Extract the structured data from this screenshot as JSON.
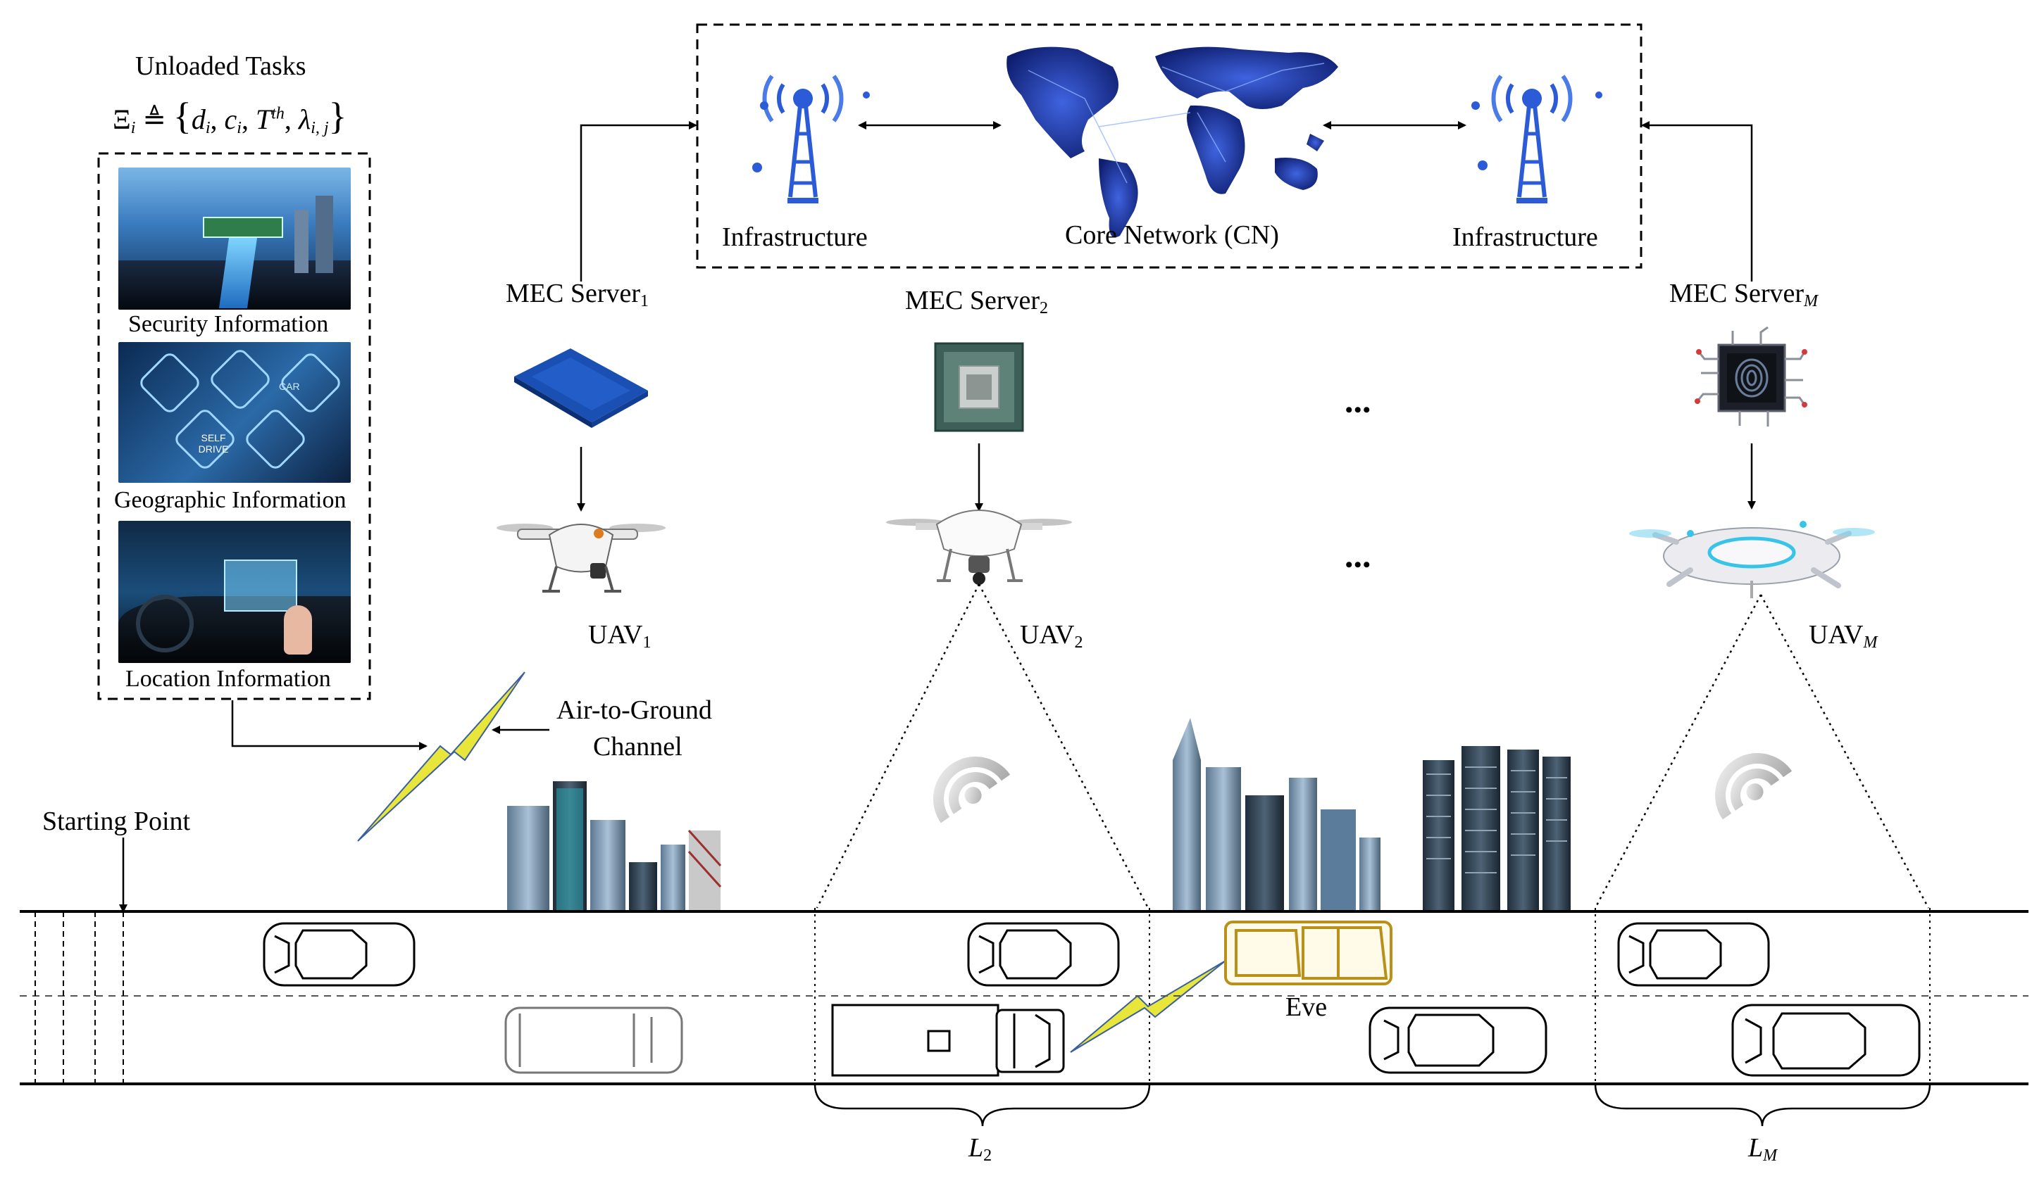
{
  "tasks": {
    "title": "Unloaded Tasks",
    "formula_lhs": "Ξ",
    "formula_lhs_sub": "i",
    "formula_def": "≜",
    "formula_items": [
      "d",
      "c",
      "T",
      "λ"
    ],
    "formula_subs": [
      "i",
      "i",
      "th",
      "i, j"
    ],
    "panels": [
      "Security Information",
      "Geographic Information",
      "Location Information"
    ],
    "panel2_tags": [
      "CAR",
      "SELF DRIVE"
    ]
  },
  "network": {
    "infra_left": "Infrastructure",
    "core": "Core Network (CN)",
    "infra_right": "Infrastructure"
  },
  "servers": [
    {
      "label": "MEC Server",
      "sub": "1"
    },
    {
      "label": "MEC Server",
      "sub": "2"
    },
    {
      "label": "MEC Server",
      "sub": "M"
    }
  ],
  "uavs": [
    {
      "label": "UAV",
      "sub": "1"
    },
    {
      "label": "UAV",
      "sub": "2"
    },
    {
      "label": "UAV",
      "sub": "M"
    }
  ],
  "channel": {
    "line1": "Air-to-Ground",
    "line2": "Channel"
  },
  "starting_point": "Starting Point",
  "eve": "Eve",
  "coverage": [
    {
      "label": "L",
      "sub": "2"
    },
    {
      "label": "L",
      "sub": "M"
    }
  ],
  "ellipsis": "•••",
  "colors": {
    "eve_car": "#b8901a",
    "lightning": "#e8e63a",
    "globe": "#1a2f8a",
    "tower": "#2b5bd6"
  }
}
